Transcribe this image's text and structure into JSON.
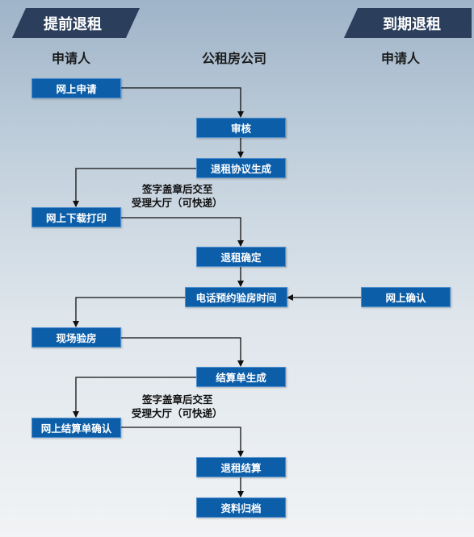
{
  "banners": {
    "left": "提前退租",
    "right": "到期退租"
  },
  "columns": {
    "left": "申请人",
    "center": "公租房公司",
    "right": "申请人"
  },
  "steps": {
    "online_apply": "网上申请",
    "review": "审核",
    "agreement": "退租协议生成",
    "download_print": "网上下载打印",
    "confirm_return": "退租确定",
    "phone_booking": "电话预约验房时间",
    "online_confirm": "网上确认",
    "onsite_inspection": "现场验房",
    "statement_generated": "结算单生成",
    "online_statement_confirm": "网上结算单确认",
    "settlement": "退租结算",
    "archive": "资料归档"
  },
  "notes": {
    "sign_1_line1": "签字盖章后交至",
    "sign_1_line2": "受理大厅（可快递）",
    "sign_2_line1": "签字盖章后交至",
    "sign_2_line2": "受理大厅（可快递）"
  }
}
